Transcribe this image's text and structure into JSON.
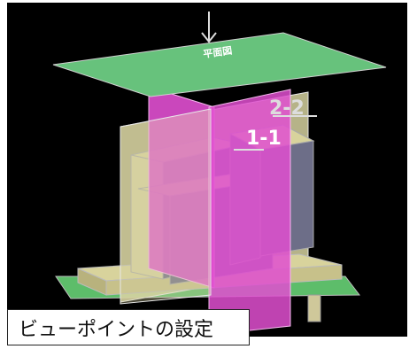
{
  "caption": "ビューポイントの設定",
  "section_labels": {
    "section_1": "1-1",
    "section_2": "2-2"
  },
  "plan_label": "平面図",
  "icons": {
    "view_direction": "down-arrow-icon"
  },
  "colors": {
    "background": "#000000",
    "plan_plane": "#67c27c",
    "base_slab": "#5dbd6a",
    "section_plane": "#e04fd0",
    "wall_plane": "#d6d2a0",
    "block_face": "#6d6e88",
    "block_top": "#d8d39c",
    "line": "#dddddd"
  }
}
